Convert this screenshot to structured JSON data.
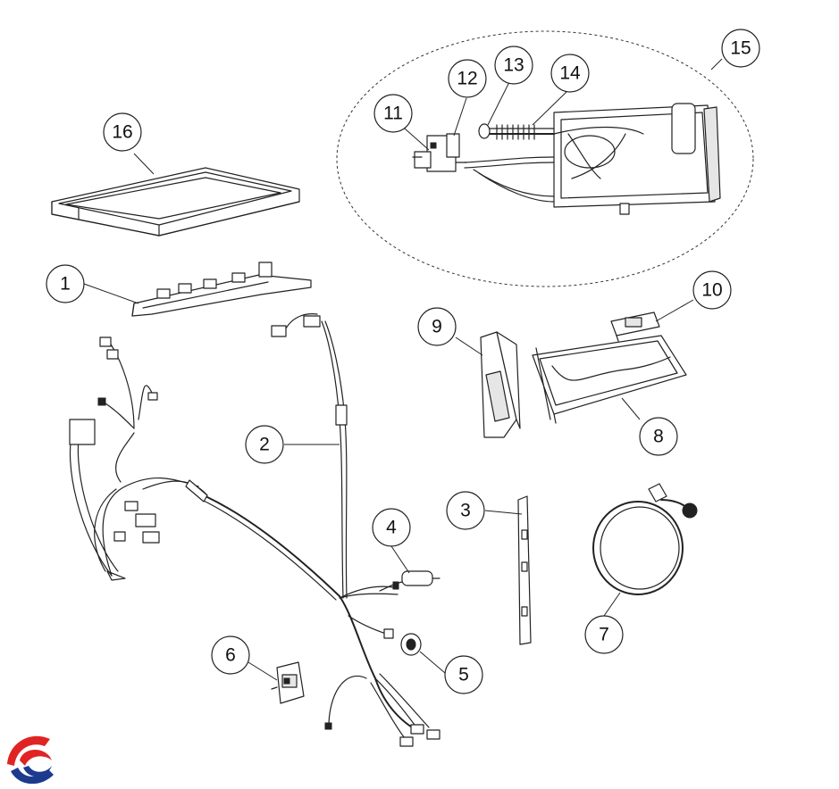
{
  "callouts": [
    {
      "id": "1",
      "label": "1"
    },
    {
      "id": "2",
      "label": "2"
    },
    {
      "id": "3",
      "label": "3"
    },
    {
      "id": "4",
      "label": "4"
    },
    {
      "id": "5",
      "label": "5"
    },
    {
      "id": "6",
      "label": "6"
    },
    {
      "id": "7",
      "label": "7"
    },
    {
      "id": "8",
      "label": "8"
    },
    {
      "id": "9",
      "label": "9"
    },
    {
      "id": "10",
      "label": "10"
    },
    {
      "id": "11",
      "label": "11"
    },
    {
      "id": "12",
      "label": "12"
    },
    {
      "id": "13",
      "label": "13"
    },
    {
      "id": "14",
      "label": "14"
    },
    {
      "id": "15",
      "label": "15"
    },
    {
      "id": "16",
      "label": "16"
    }
  ],
  "logo": {
    "colors": {
      "red": "#e02424",
      "blue": "#1c3b8f"
    }
  }
}
